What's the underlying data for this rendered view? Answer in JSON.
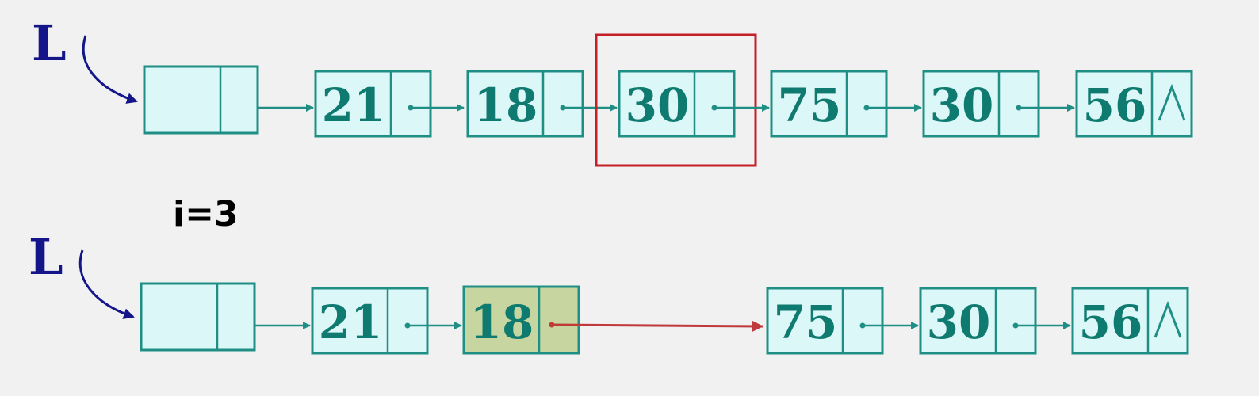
{
  "diagram": {
    "row1": {
      "pointer_label": "L",
      "nodes": [
        {
          "value": "",
          "head": true
        },
        {
          "value": "21"
        },
        {
          "value": "18"
        },
        {
          "value": "30",
          "selected": true
        },
        {
          "value": "75"
        },
        {
          "value": "30"
        },
        {
          "value": "56",
          "null": true
        }
      ]
    },
    "step_label": "i=3",
    "row2": {
      "pointer_label": "L",
      "nodes": [
        {
          "value": "",
          "head": true
        },
        {
          "value": "21"
        },
        {
          "value": "18",
          "highlighted": true
        },
        {
          "value": "75"
        },
        {
          "value": "30"
        },
        {
          "value": "56",
          "null": true
        }
      ]
    },
    "null_symbol": "∧",
    "colors": {
      "node_fill": "#dcf7f7",
      "node_stroke": "#1f8f86",
      "value_text": "#0f7a70",
      "highlight_fill": "#c7d6a0",
      "selection_box": "#c42026",
      "bypass_arrow": "#c0393b",
      "pointer_label": "#15158a",
      "background": "#f1f1f1"
    }
  }
}
